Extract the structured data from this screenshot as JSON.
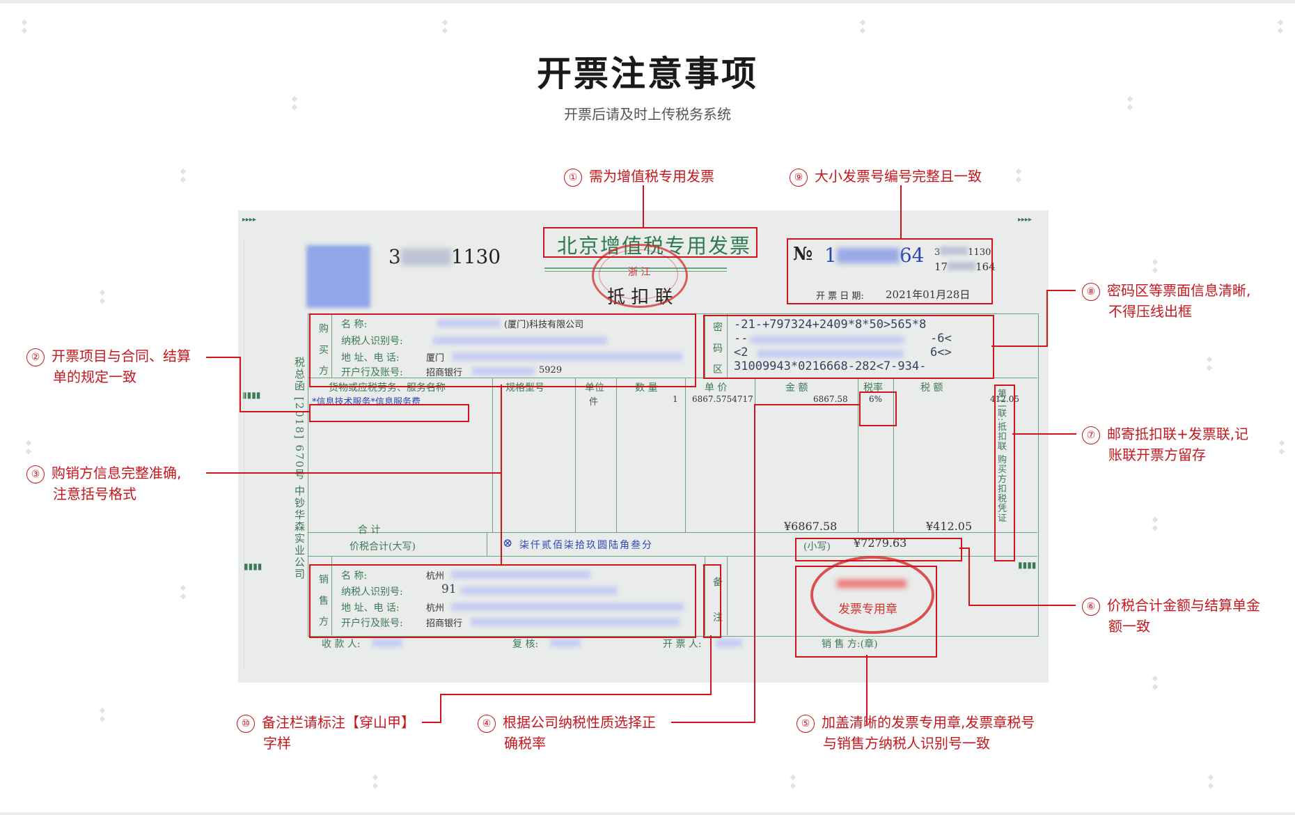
{
  "header": {
    "title": "开票注意事项",
    "subtitle": "开票后请及时上传税务系统"
  },
  "notes": [
    {
      "num": "①",
      "lines": [
        "需为增值税专用发票"
      ]
    },
    {
      "num": "②",
      "lines": [
        "开票项目与合同、结算",
        "单的规定一致"
      ]
    },
    {
      "num": "③",
      "lines": [
        "购销方信息完整准确,",
        "注意括号格式"
      ]
    },
    {
      "num": "④",
      "lines": [
        "根据公司纳税性质选择正",
        "确税率"
      ]
    },
    {
      "num": "⑤",
      "lines": [
        "加盖清晰的发票专用章,发票章税号",
        "与销售方纳税人识别号一致"
      ]
    },
    {
      "num": "⑥",
      "lines": [
        "价税合计金额与结算单金",
        "额一致"
      ]
    },
    {
      "num": "⑦",
      "lines": [
        "邮寄抵扣联+发票联,记",
        "账联开票方留存"
      ]
    },
    {
      "num": "⑧",
      "lines": [
        "密码区等票面信息清晰,",
        "不得压线出框"
      ]
    },
    {
      "num": "⑨",
      "lines": [
        "大小发票号编号完整且一致"
      ]
    },
    {
      "num": "⑩",
      "lines": [
        "备注栏请标注【穿山甲】",
        "字样"
      ]
    }
  ],
  "invoice": {
    "code_visible": "3",
    "code_tail": "1130",
    "title": "北京增值税专用发票",
    "copy_name": "抵 扣 联",
    "stamp_region": "浙 江",
    "no_mark": "№",
    "number_prefix": "1",
    "number_suffix": "64",
    "small_code_prefix": "3",
    "small_code_suffix": "1130",
    "small_no_prefix": "17",
    "small_no_suffix": "164",
    "date_label": "开 票 日 期:",
    "date_value": "2021年01月28日",
    "buyer": {
      "side_label": "购 买 方",
      "name_label": "名         称:",
      "name_value": "(厦门)科技有限公司",
      "taxid_label": "纳税人识别号:",
      "addr_label": "地 址、电 话:",
      "addr_value": "厦门",
      "bank_label": "开户行及账号:",
      "bank_value": "招商银行",
      "bank_tail": "5929"
    },
    "cipher": {
      "side_label": "密 码 区",
      "lines": [
        "-21-+797324+2409*8*50>565*8",
        "--",
        "<2",
        "31009943*0216668-282<7-934-"
      ],
      "line2_tail": "-6<",
      "line3_tail": "6<>"
    },
    "columns": {
      "item": "货物或应税劳务、服务名称",
      "spec": "规格型号",
      "unit": "单位",
      "qty": "数 量",
      "price": "单 价",
      "amount": "金 额",
      "rate": "税率",
      "tax": "税 额"
    },
    "line_item": {
      "name": "*信息技术服务*信息服务费",
      "unit": "件",
      "qty": "1",
      "price": "6867.5754717",
      "amount": "6867.58",
      "rate": "6%",
      "tax": "412.05"
    },
    "total_label": "合           计",
    "total_amount": "¥6867.58",
    "total_tax": "¥412.05",
    "grand_label": "价税合计(大写)",
    "grand_words": "柒仟贰佰柒拾玖圆陆角叁分",
    "grand_small_label": "(小写)",
    "grand_small_value": "¥7279.63",
    "seller": {
      "side_label": "销 售 方",
      "name_label": "名         称:",
      "name_value": "杭州",
      "taxid_label": "纳税人识别号:",
      "taxid_value": "91",
      "addr_label": "地 址、电 话:",
      "addr_value": "杭州",
      "bank_label": "开户行及账号:",
      "bank_value": "招商银行"
    },
    "remark_label": "备 注",
    "seal_text": "发票专用章",
    "seller_sign": "销 售 方:(章)",
    "payee_label": "收 款 人:",
    "review_label": "复 核:",
    "issuer_label": "开 票 人:",
    "side_vertical": "税总函 [2018] 670号 中钞华森实业公司",
    "right_vertical": "第二联:抵扣联 购买方扣税凭证"
  }
}
